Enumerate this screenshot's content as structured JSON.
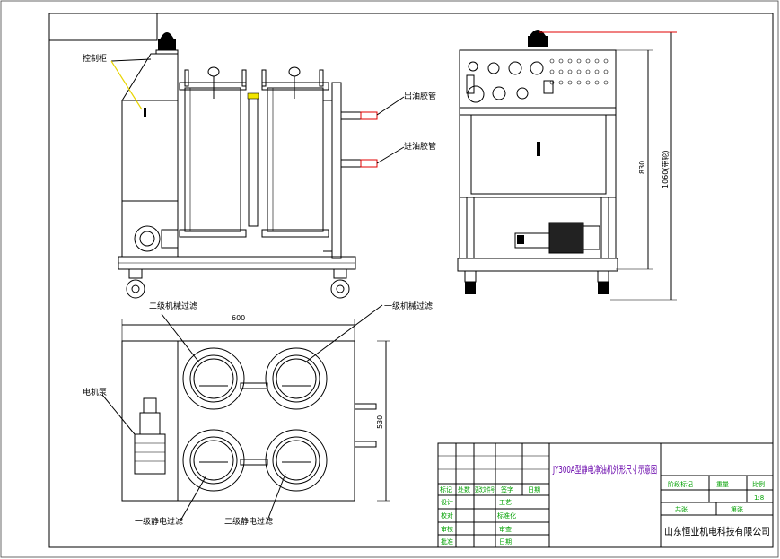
{
  "labels": {
    "control_cabinet": "控制柜",
    "oil_outlet_hose": "出油胶管",
    "oil_inlet_hose": "进油胶管",
    "secondary_mech_filter": "二级机械过滤",
    "primary_mech_filter": "一级机械过滤",
    "motor_pump": "电机泵",
    "primary_electrostatic_filter": "一级静电过滤",
    "secondary_electrostatic_filter": "二级静电过滤"
  },
  "dimensions": {
    "width_600": "600",
    "depth_530": "530",
    "height_830": "830",
    "height_1060": "1060(带轮)"
  },
  "title_block": {
    "drawing_title": "JY300A型静电净油机外形尺寸示意图",
    "company": "山东恒业机电科技有限公司",
    "scale_value": "1:8",
    "rev_headers": [
      "标记",
      "处数",
      "更改文件号",
      "签字",
      "日期"
    ],
    "left_rows": [
      "设计",
      "校对",
      "审核",
      "批准"
    ],
    "mid_rows": [
      "工艺",
      "标准化",
      "审查",
      "日期"
    ],
    "right_headers": [
      "阶段标记",
      "重量",
      "比例"
    ],
    "sheet_labels": [
      "共张",
      "第张"
    ]
  },
  "colors": {
    "line": "#000000",
    "hose": "#e00000",
    "leader_yellow": "#e8d400",
    "title_block_text": "#00a000",
    "title_text": "#6600aa"
  }
}
